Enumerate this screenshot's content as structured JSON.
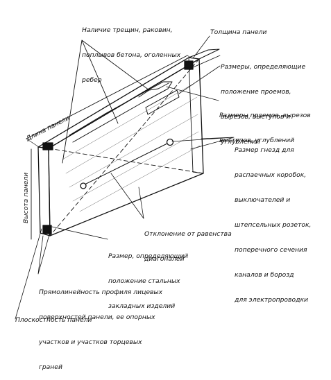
{
  "labels": {
    "top_callout": [
      "Наличие трещин, раковин,",
      "поплывов бетона, оголенных",
      "ребер"
    ],
    "thickness": "Толщина панели",
    "opening_position": [
      "Размеры, определяющие",
      "положение проемов,",
      "вырезов, выступов и",
      "углублений"
    ],
    "opening_sizes": [
      "Размеры проемов, вырезов",
      "выступов, углублений"
    ],
    "socket_position": [
      "Размер гнезд для",
      "распаечных коробок,",
      "выключателей и",
      "штепсельных розеток,",
      "поперечного сечения",
      "каналов и борозд",
      "для электропроводки"
    ],
    "diagonal_deviation": [
      "Отклонение от равенства",
      "диагоналей"
    ],
    "parts_position": [
      "Размер, определяющий",
      "положение стальных",
      "закладных изделий"
    ],
    "straightness": [
      "Прямолинейность профиля лицевых",
      "поверхностей панели, ее опорных",
      "участков и участков торцевых",
      "граней"
    ],
    "flatness": "Плоскостность панели",
    "length": "Длина панели",
    "height": "Высота панели"
  }
}
